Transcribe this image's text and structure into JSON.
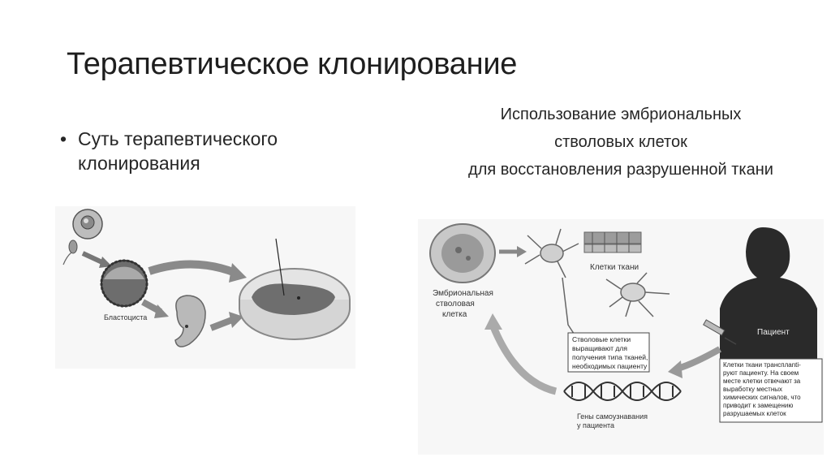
{
  "slide": {
    "title": "Терапевтическое клонирование",
    "bullet": {
      "marker": "•",
      "line1": "Суть терапевтического",
      "line2": "клонирования"
    },
    "right_text": [
      "Использование эмбриональных",
      "стволовых клеток",
      "для восстановления разрушенной ткани"
    ]
  },
  "left_figure": {
    "label_blastocyst": "Бластоциста"
  },
  "right_figure": {
    "label_embryonic": [
      "Эмбриональная",
      "стволовая",
      "клетка"
    ],
    "label_tissue_cells": "Клетки ткани",
    "label_patient": "Пациент",
    "box_stem": [
      "Стволовые клетки",
      "выращивают для",
      "получения типа тканей,",
      "необходимых пациенту"
    ],
    "box_transplant": [
      "Клетки ткани трансплanti-",
      "руют пациенту. На своем",
      "месте клетки отвечают за",
      "выработку местных",
      "химических сигналов, что",
      "приводит к замещению",
      "разрушаемых клеток"
    ],
    "label_genes": [
      "Гены самоузнавания",
      "у пациента"
    ]
  }
}
